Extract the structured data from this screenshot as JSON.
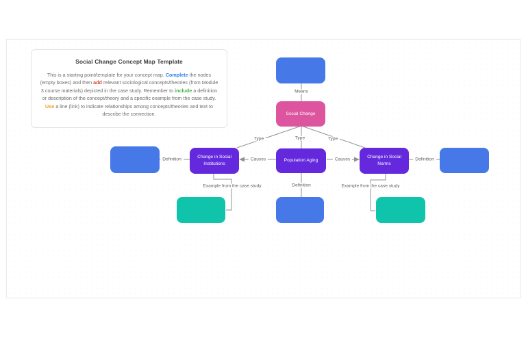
{
  "info_box": {
    "title": "Social Change Concept Map Template",
    "description": {
      "part1": "This is a starting point/template for your concept map. ",
      "kw_complete": "Complete",
      "part2": " the nodes (empty boxes) and then ",
      "kw_add": "add",
      "part3": " relevant sociological concepts/theories (from Module 3 course materials) depicted in the case study. Remember to ",
      "kw_include": "include",
      "part4": " a definition or description of the concept/theory and a specific example from the case study. ",
      "kw_use": "Use",
      "part5": " a line (link) to indicate relationships among concepts/theories and text to describe the connection."
    }
  },
  "diagram": {
    "nodes": {
      "means_empty": {
        "label": ""
      },
      "social_change": {
        "label": "Social Change"
      },
      "definition_left_empty": {
        "label": ""
      },
      "institutions": {
        "label": "Change in Social Institutions"
      },
      "population_aging": {
        "label": "Population Aging"
      },
      "norms": {
        "label": "Change in Social Norms"
      },
      "definition_right_empty": {
        "label": ""
      },
      "example_left_empty": {
        "label": ""
      },
      "definition_mid_empty": {
        "label": ""
      },
      "example_right_empty": {
        "label": ""
      }
    },
    "edge_labels": {
      "means": "Means",
      "type_left": "Type",
      "type_mid": "Type",
      "type_right": "Type",
      "causes_left": "Causes",
      "causes_right": "Causes",
      "definition_left": "Definition",
      "definition_mid": "Definition",
      "definition_right": "Definition",
      "example_left": "Example from the case study",
      "example_right": "Example from the case study"
    }
  },
  "colors": {
    "node_blue": "#4678e8",
    "node_pink": "#dc559e",
    "node_purple": "#6429dd",
    "node_teal": "#10c3ab",
    "connector": "#909090",
    "kw_blue": "#2d7ff0",
    "kw_red": "#e0452c",
    "kw_green": "#4cae4f",
    "kw_orange": "#f2a218"
  }
}
